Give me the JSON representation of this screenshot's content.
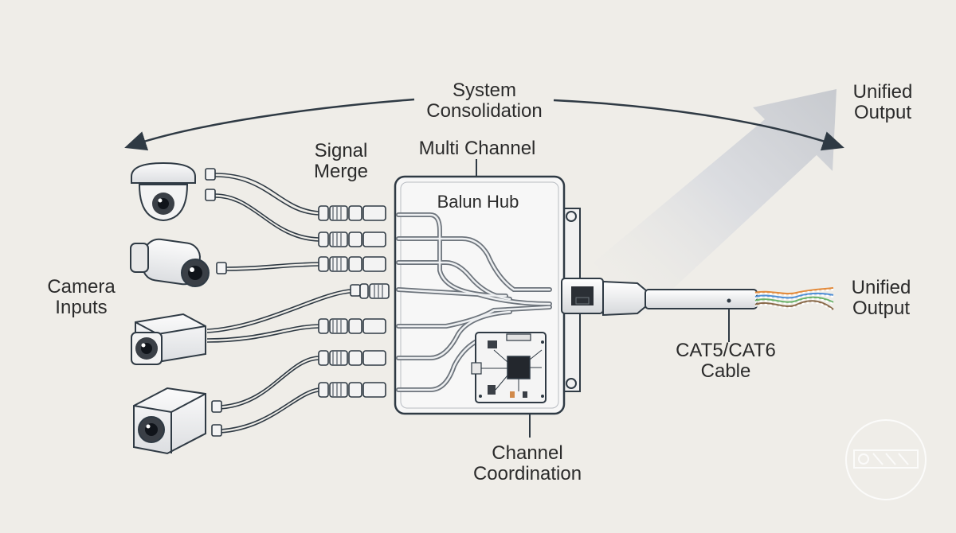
{
  "labels": {
    "system_consolidation": [
      "System",
      "Consolidation"
    ],
    "unified_output_top": [
      "Unified",
      "Output"
    ],
    "signal_merge": [
      "Signal",
      "Merge"
    ],
    "multi_channel": "Multi Channel",
    "balun_hub": "Balun Hub",
    "camera_inputs": [
      "Camera",
      "Inputs"
    ],
    "unified_output_cable": [
      "Unified",
      "Output"
    ],
    "cable_type": [
      "CAT5/CAT6",
      "Cable"
    ],
    "channel_coordination": [
      "Channel",
      "Coordination"
    ]
  },
  "cameras": [
    {
      "type": "dome-camera"
    },
    {
      "type": "bullet-camera"
    },
    {
      "type": "box-camera"
    },
    {
      "type": "cube-camera"
    }
  ],
  "colors": {
    "background": "#efede8",
    "line": "#2f3a44",
    "hub_fill": "#f7f7f7",
    "arrow_fill": "#c9ccd2",
    "wire_colors": [
      "#e38b3c",
      "#4f8fd6",
      "#6bb36b",
      "#8a6a4a"
    ]
  }
}
